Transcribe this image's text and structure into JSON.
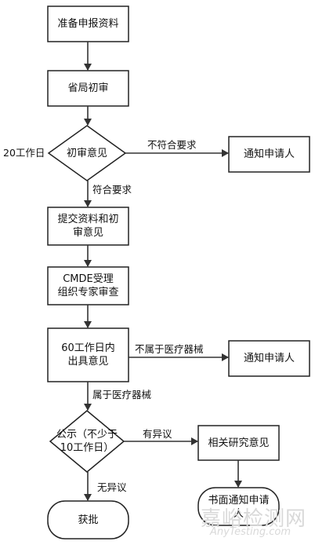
{
  "nodes": {
    "prepare": "准备申报资料",
    "province_review": "省局初审",
    "decision1": "初审意见",
    "notify1": "通知申请人",
    "submit": "提交资料和初\n审意见",
    "cmde": "CMDE受理\n组织专家审查",
    "opinion60": "60工作日内\n出具意见",
    "notify2": "通知申请人",
    "publicity": "公示（不少于\n10工作日）",
    "research": "相关研究意见",
    "written_notify": "书面通知申请\n人",
    "approved": "获批"
  },
  "labels": {
    "days20": "20工作日",
    "not_meet": "不符合要求",
    "meet": "符合要求",
    "not_device": "不属于医疗器械",
    "is_device": "属于医疗器械",
    "has_objection": "有异议",
    "no_objection": "无异议"
  },
  "watermark": {
    "cn": "嘉峪检测网",
    "en": "AnyTesting.com"
  }
}
